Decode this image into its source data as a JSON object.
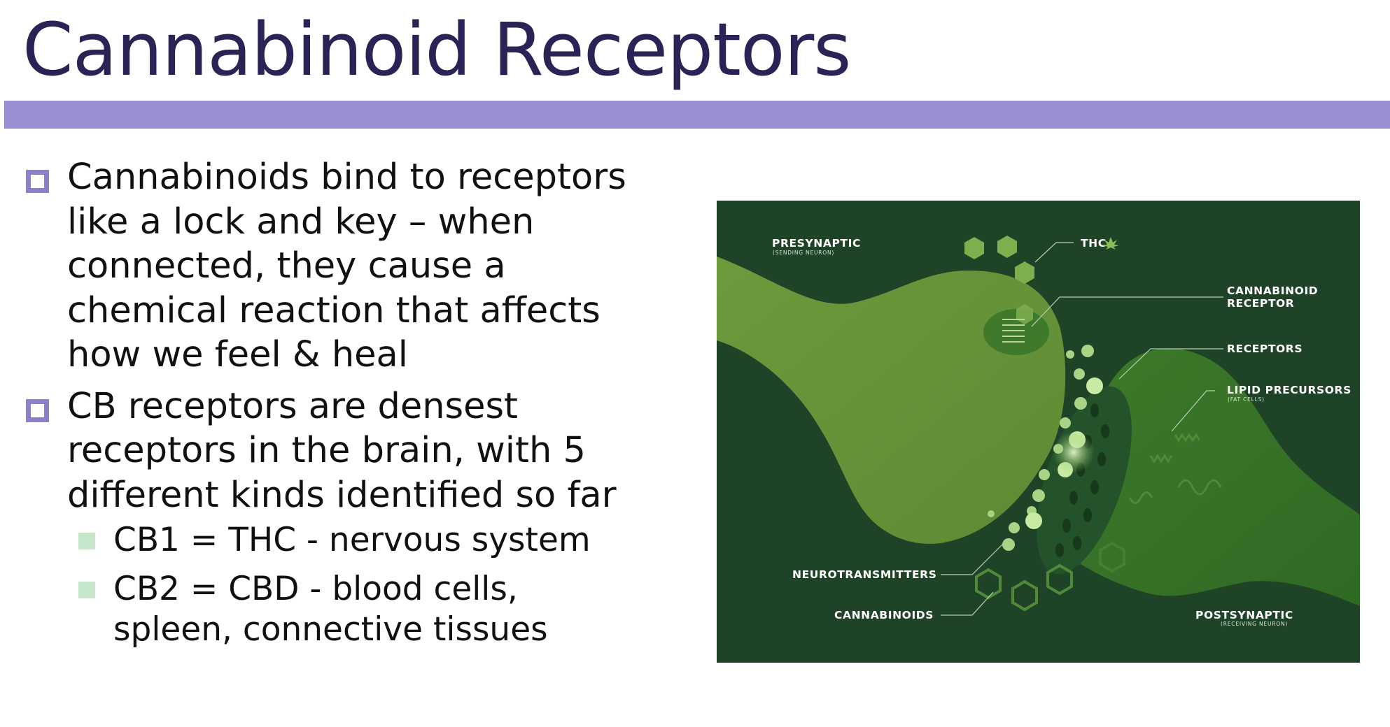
{
  "title": "Cannabinoid Receptors",
  "bullets": [
    {
      "lines": [
        "Cannabinoids bind to receptors",
        "like a lock and key – when",
        "connected, they cause a",
        "chemical reaction that affects",
        "how we feel & heal"
      ]
    },
    {
      "lines": [
        "CB receptors are densest",
        "receptors in the brain, with 5",
        "different kinds identified so far"
      ],
      "sub_items": [
        {
          "lines": [
            "CB1 = THC - nervous system"
          ]
        },
        {
          "lines": [
            "CB2 = CBD - blood cells,",
            "spleen, connective tissues"
          ]
        }
      ]
    }
  ],
  "diagram": {
    "labels": {
      "presynaptic": "PRESYNAPTIC",
      "presynaptic_sub": "(SENDING NEURON)",
      "thc": "THC",
      "cannabinoid_receptor_1": "CANNABINOID",
      "cannabinoid_receptor_2": "RECEPTOR",
      "receptors": "RECEPTORS",
      "lipid_precursors": "LIPID PRECURSORS",
      "lipid_precursors_sub": "(FAT CELLS)",
      "neurotransmitters": "NEUROTRANSMITTERS",
      "cannabinoids": "CANNABINOIDS",
      "postsynaptic": "POSTSYNAPTIC",
      "postsynaptic_sub": "(RECEIVING NEURON)"
    },
    "colors": {
      "background": "#1e4326",
      "presynaptic_neuron": "#6f9a3d",
      "postsynaptic_neuron": "#3f7a2c",
      "molecules": "#8cbf5a",
      "label_text": "#ffffff"
    }
  },
  "colors": {
    "title": "#2a2356",
    "title_bar": "#9a8dd1",
    "bullet_marker": "#8e7fcc",
    "sub_bullet_marker": "#c6e6c9"
  }
}
